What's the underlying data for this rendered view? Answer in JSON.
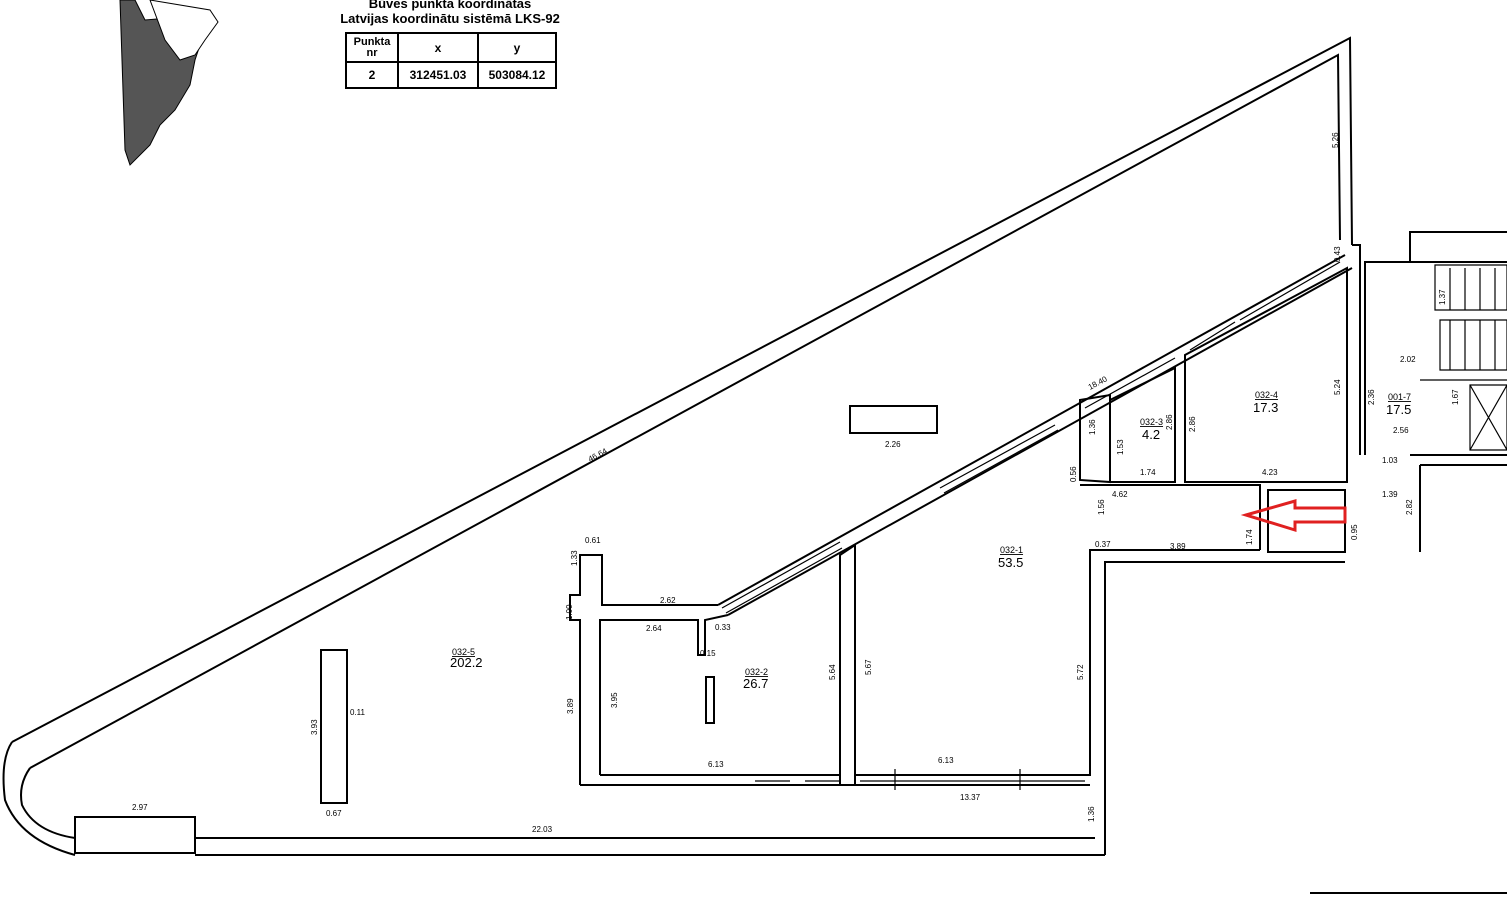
{
  "coordinate_table": {
    "title": "Būves punkta koordinātas",
    "subtitle": "Latvijas koordinātu sistēmā LKS-92",
    "headers": [
      "Punkta nr",
      "x",
      "y"
    ],
    "rows": [
      [
        "2",
        "312451.03",
        "503084.12"
      ]
    ]
  },
  "rooms": [
    {
      "id": "032-5",
      "area": "202.2"
    },
    {
      "id": "032-2",
      "area": "26.7"
    },
    {
      "id": "032-1",
      "area": "53.5"
    },
    {
      "id": "032-3",
      "area": "4.2"
    },
    {
      "id": "032-4",
      "area": "17.3"
    },
    {
      "id": "001-7",
      "area": "17.5"
    }
  ],
  "dimensions": {
    "d4664": "46.64",
    "d2203": "22.03",
    "d1337": "13.37",
    "d1840": "18.40",
    "d526": "5.26",
    "d297": "2.97",
    "d393": "3.93",
    "d226": "2.26",
    "d262": "2.62",
    "d264": "2.64",
    "d613a": "6.13",
    "d613b": "6.13",
    "d395": "3.95",
    "d389": "3.89",
    "d564": "5.64",
    "d567": "5.67",
    "d572": "5.72",
    "d389b": "3.89",
    "d462": "4.62",
    "d174": "1.74",
    "d423": "4.23",
    "d524": "5.24",
    "d286": "2.86",
    "d153": "1.53",
    "d136": "1.36",
    "d139": "1.39",
    "d282": "2.82",
    "d103": "1.03",
    "d256": "2.56",
    "d236": "2.36",
    "d202": "2.02",
    "d167": "1.67",
    "d137": "1.37",
    "d156": "1.56",
    "d174b": "1.74",
    "d100": "1.00",
    "d133": "1.33",
    "d136b": "1.36",
    "d043": "0.43",
    "d061": "0.61",
    "d033": "0.33",
    "d015": "0.15",
    "d067": "0.67",
    "d011": "0.11",
    "d037": "0.37",
    "d056": "0.56",
    "d095": "0.95"
  },
  "annotations": {
    "arrow_color": "#e02020"
  }
}
